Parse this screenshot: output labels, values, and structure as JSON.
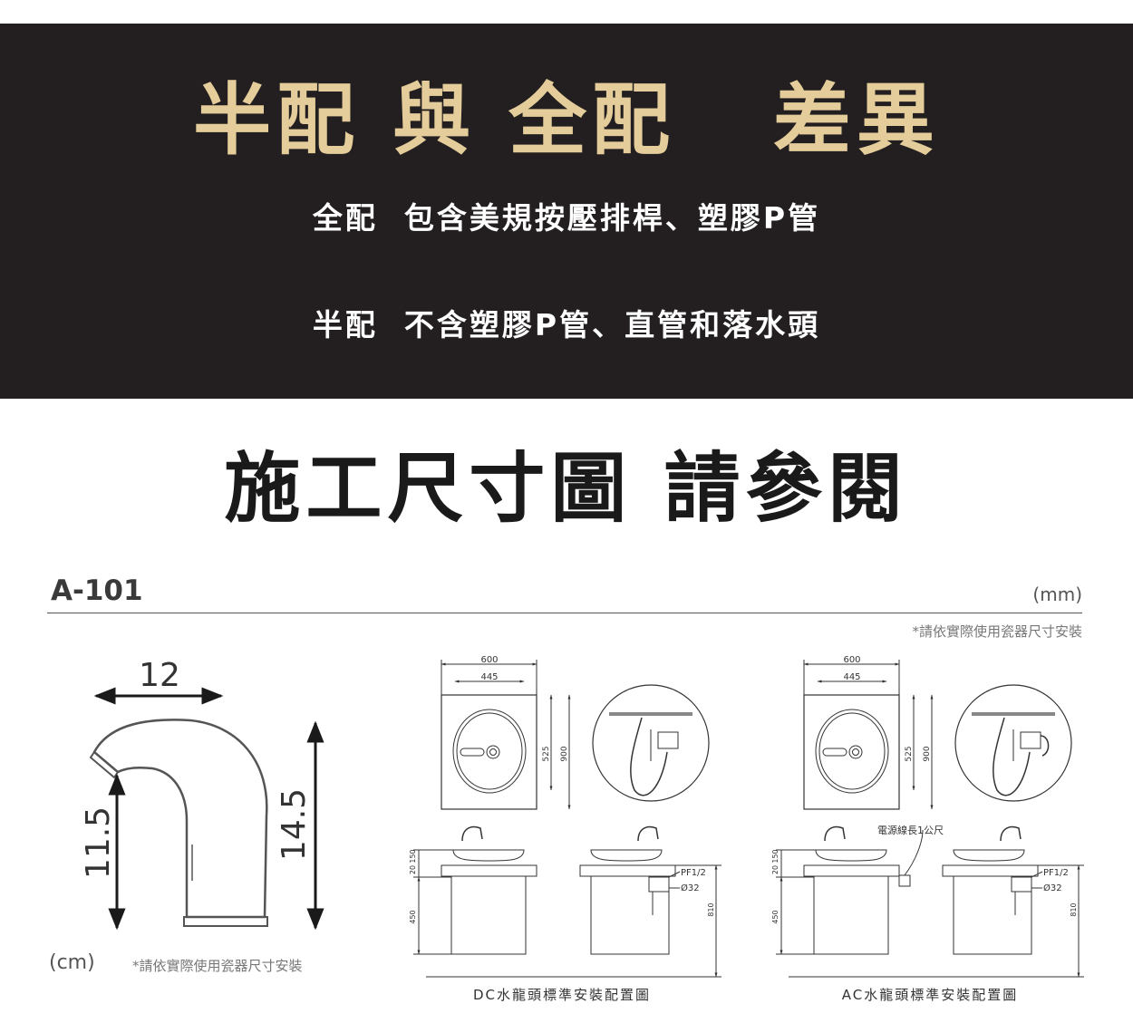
{
  "banner": {
    "title": "半配 與 全配   差異",
    "line_full": "全配  包含美規按壓排桿、塑膠P管",
    "line_half": "半配  不含塑膠P管、直管和落水頭"
  },
  "heading": "施工尺寸圖 請參閱",
  "spec": {
    "model": "A-101",
    "unit_mm": "(mm)",
    "note": "*請依實際使用瓷器尺寸安裝",
    "unit_cm": "(cm)"
  },
  "faucet_dims": {
    "width": "12",
    "spout_height": "11.5",
    "total_height": "14.5"
  },
  "dc": {
    "caption": "DC水龍頭標準安裝配置圖",
    "dim_600": "600",
    "dim_445": "445",
    "dim_525": "525",
    "dim_900": "900",
    "dim_20": "20",
    "dim_150": "150",
    "dim_450": "450",
    "dim_810": "810",
    "pf": "PF1/2",
    "dia": "Ø32"
  },
  "ac": {
    "caption": "AC水龍頭標準安裝配置圖",
    "cable": "電源線長1公尺",
    "dim_600": "600",
    "dim_445": "445",
    "dim_525": "525",
    "dim_900": "900",
    "dim_20": "20",
    "dim_150": "150",
    "dim_450": "450",
    "dim_810": "810",
    "pf": "PF1/2",
    "dia": "Ø32"
  }
}
